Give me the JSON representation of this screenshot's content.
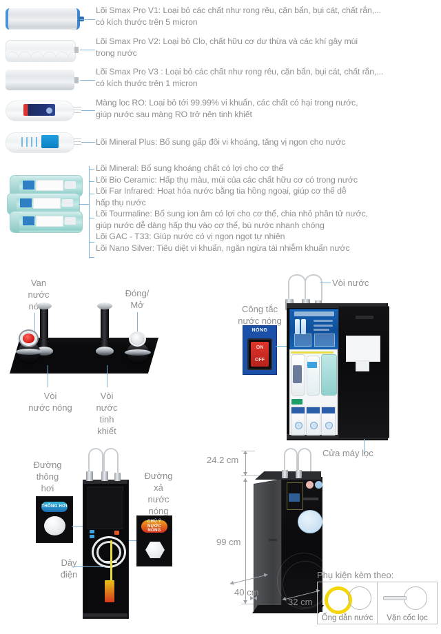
{
  "filters": [
    {
      "id": "v1",
      "name": "Lõi Smax Pro V1",
      "lines": [
        "Lõi Smax Pro V1: Loại bỏ các chất như rong rêu, cặn bẩn, bụi cát, chất rắn,...",
        "có kích thước trên 5 micron"
      ]
    },
    {
      "id": "v2",
      "name": "Lõi Smax Pro V2",
      "lines": [
        "Lõi Smax Pro V2: Loại bỏ Clo, chất hữu cơ dư thừa và các khí gây mùi",
        "trong nước"
      ]
    },
    {
      "id": "v3",
      "name": "Lõi Smax Pro V3",
      "lines": [
        "Lõi Smax Pro V3 : Loại bỏ các chất như rong rêu, cặn bẩn, bụi cát, chất rắn,...",
        "có kích thước trên 1 micron"
      ]
    },
    {
      "id": "ro",
      "name": "Màng lọc RO",
      "lines": [
        "Màng lọc RO: Loại bỏ tới 99.99% vi khuẩn, các chất có hại trong nước,",
        "giúp nước sau màng RO trở nên tinh khiết"
      ]
    },
    {
      "id": "mineralplus",
      "name": "Lõi Mineral Plus",
      "lines": [
        "Lõi Mineral Plus: Bổ sung gấp đôi vi khoáng, tăng vị ngon cho nước"
      ]
    }
  ],
  "group_filters": [
    {
      "id": "mineral",
      "lines": [
        "Lõi Mineral: Bổ sung khoáng chất có lợi cho cơ thể"
      ]
    },
    {
      "id": "bioceramic",
      "lines": [
        "Lõi Bio Ceramic: Hấp thụ màu, mùi của các chất hữu cơ có trong nước"
      ]
    },
    {
      "id": "farinfrared",
      "lines": [
        "Lõi Far Infrared: Hoạt hóa nước bằng tia hồng ngoại, giúp cơ thể dễ",
        "hấp thụ nước"
      ]
    },
    {
      "id": "tourmaline",
      "lines": [
        "Lõi Tourmaline: Bổ sung ion âm có lợi cho cơ thể, chia nhỏ phân tử nước,",
        "giúp nước dễ dàng hấp thụ vào cơ thể, bù nước nhanh chóng"
      ]
    },
    {
      "id": "gac",
      "lines": [
        "Lõi GAC - T33: Giúp nước có vị ngon ngọt tự nhiên"
      ]
    },
    {
      "id": "nanosilver",
      "lines": [
        "Lõi Nano Silver: Tiêu diệt vi khuẩn, ngăn ngừa tái nhiễm khuẩn nước"
      ]
    }
  ],
  "top_panel": {
    "van_nuoc_nong": "Van\nnước\nnóng",
    "van_nuoc_nong_l1": "Van",
    "van_nuoc_nong_l2": "nước",
    "van_nuoc_nong_l3": "nóng",
    "dong_mo_l1": "Đóng/",
    "dong_mo_l2": "Mở",
    "voi_nuoc_nong_l1": "Vòi",
    "voi_nuoc_nong_l2": "nước nóng",
    "voi_tinh_khiet_l1": "Vòi",
    "voi_tinh_khiet_l2": "nước",
    "voi_tinh_khiet_l3": "tinh",
    "voi_tinh_khiet_l4": "khiết"
  },
  "open_machine": {
    "voi_nuoc": "Vòi nước",
    "cong_tac_l1": "Công tắc",
    "cong_tac_l2": "nước nóng",
    "cua_may_loc": "Cửa máy lọc",
    "switch_label": "NÓNG",
    "switch_on": "ON",
    "switch_off": "OFF"
  },
  "back_machine": {
    "duong_thong_hoi_l1": "Đường",
    "duong_thong_hoi_l2": "thông",
    "duong_thong_hoi_l3": "hơi",
    "duong_xa_l1": "Đường",
    "duong_xa_l2": "xả",
    "duong_xa_l3": "nước",
    "duong_xa_l4": "nóng",
    "day_dien_l1": "Dây",
    "day_dien_l2": "điện",
    "vent_badge": "THÔNG HƠI",
    "hot_badge_l1": "CHÚ Ý",
    "hot_badge_l2": "NƯỚC NÓNG"
  },
  "dimensions": {
    "height_top": "24.2 cm",
    "height_body": "99 cm",
    "width": "40 cm",
    "depth": "32 cm"
  },
  "accessories": {
    "title": "Phụ kiện kèm theo:",
    "items": [
      {
        "label": "Ống dẫn nước",
        "icon": "water-tube-ring",
        "color": "#f5d60a"
      },
      {
        "label": "Vặn cốc lọc",
        "icon": "filter-cup-wrench",
        "color": "#b3b8bd"
      }
    ]
  },
  "colors": {
    "text": "#8f8f8f",
    "leader_line": "#7fb4dd",
    "accent_yellow": "#f5d60a",
    "dim_line": "#9aa0a5"
  }
}
